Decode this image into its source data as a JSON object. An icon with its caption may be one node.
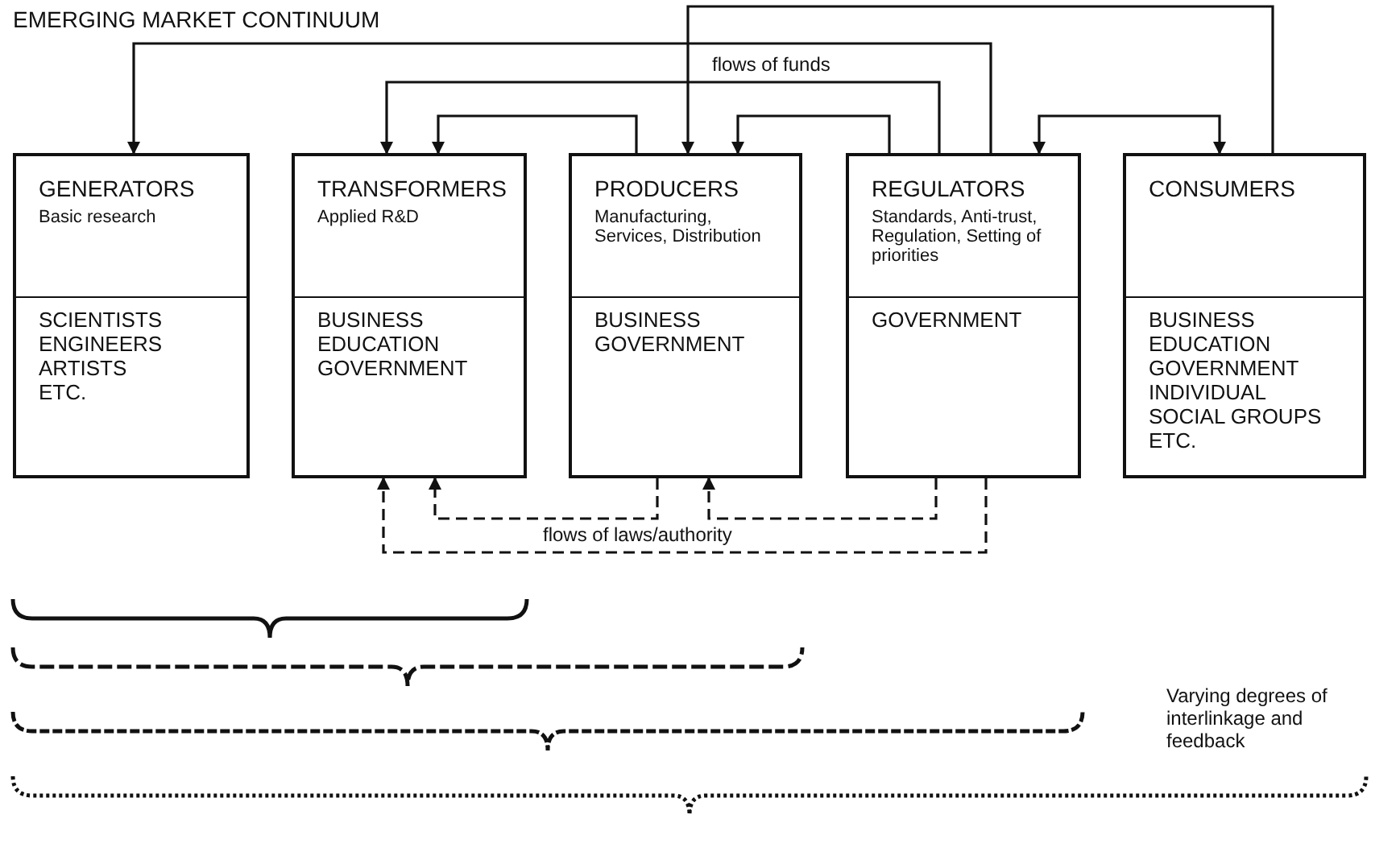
{
  "diagram": {
    "title": "EMERGING MARKET CONTINUUM",
    "nodes": [
      {
        "text": [
          "GENERATORS",
          "Basic research",
          "SCIENTISTS",
          "ENGINEERS",
          "ARTISTS",
          "ETC."
        ]
      },
      {
        "text": [
          "TRANSFORMERS",
          "Applied R&D",
          "BUSINESS",
          "EDUCATION",
          "GOVERNMENT"
        ]
      },
      {
        "text": [
          "PRODUCERS",
          "Manufacturing, Services, Distribution",
          "BUSINESS",
          "GOVERNMENT"
        ]
      },
      {
        "text": [
          "REGULATORS",
          "Standards, Anti-trust, Regulation, Setting of priorities",
          "GOVERNMENT"
        ]
      },
      {
        "text": [
          "CONSUMERS",
          "BUSINESS",
          "EDUCATION",
          "GOVERNMENT",
          "INDIVIDUAL",
          "SOCIAL GROUPS",
          "ETC."
        ]
      }
    ],
    "edges": [
      {
        "from": 3,
        "to": 0,
        "arrow": "to"
      },
      {
        "from": 4,
        "to": 2,
        "arrow": "to"
      },
      {
        "from": 3,
        "to": 1,
        "arrow": "to"
      },
      {
        "from": 2,
        "to": 1,
        "arrow": "to"
      },
      {
        "from": 3,
        "to": 2,
        "arrow": "to"
      },
      {
        "from": 3,
        "to": 4,
        "arrow": "both"
      },
      {
        "from": 2,
        "to": 1,
        "arrow": "to",
        "style": "dashed"
      },
      {
        "from": 3,
        "to": 2,
        "arrow": "to",
        "style": "dashed"
      },
      {
        "from": 3,
        "to": 1,
        "arrow": "to",
        "style": "dashed"
      }
    ],
    "labels": [
      "flows of funds",
      "flows of laws/authority",
      "Varying degrees of interlinkage and feedback"
    ]
  }
}
